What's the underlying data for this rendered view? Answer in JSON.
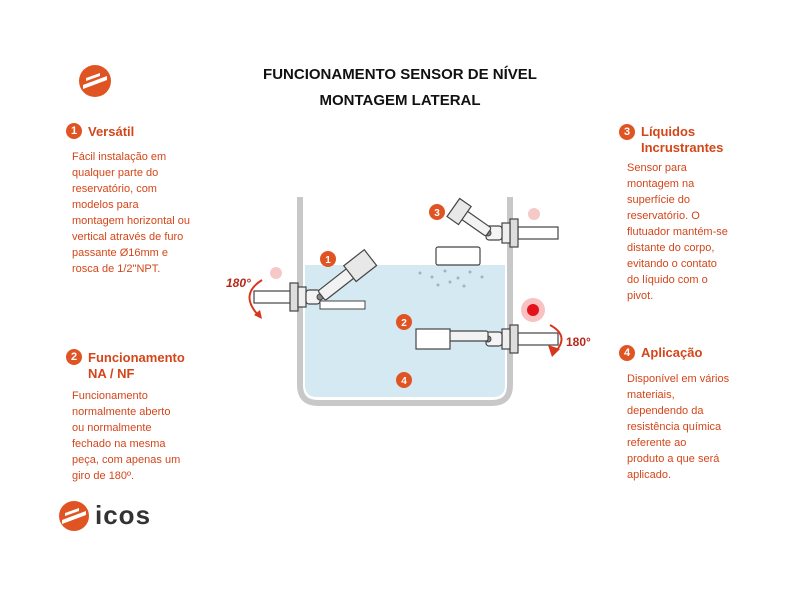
{
  "header": {
    "title_line1": "FUNCIONAMENTO SENSOR DE NÍVEL",
    "title_line2": "MONTAGEM LATERAL"
  },
  "brand": {
    "name": "icos",
    "color": "#e05424"
  },
  "colors": {
    "accent": "#d4461a",
    "badge": "#e05424",
    "liquid": "#d4e9f2",
    "tank": "#c8c8c8"
  },
  "sections": [
    {
      "number": "1",
      "title": "Versátil",
      "lines": [
        "Fácil instalação em",
        "qualquer parte do",
        "reservatório, com",
        "modelos para",
        "montagem horizontal ou",
        "vertical através de furo",
        "passante Ø16mm e",
        "rosca de 1/2\"NPT."
      ]
    },
    {
      "number": "2",
      "title": "Funcionamento",
      "title2": "NA / NF",
      "lines": [
        "Funcionamento",
        "normalmente aberto",
        "ou normalmente",
        "fechado na mesma",
        "peça, com  apenas um",
        "giro de 180º."
      ]
    },
    {
      "number": "3",
      "title": "Líquidos",
      "title2": "Incrustrantes",
      "lines": [
        "Sensor para",
        "montagem na",
        "superfície do",
        "reservatório. O",
        "flutuador mantém-se",
        "distante do corpo,",
        "evitando o contato",
        "do líquido com o",
        "pivot."
      ]
    },
    {
      "number": "4",
      "title": "Aplicação",
      "lines": [
        "Disponível em vários",
        "materiais,",
        "dependendo da",
        "resistência química",
        "referente ao",
        "produto a que será",
        "aplicado."
      ]
    }
  ],
  "diagram": {
    "rotation_left": "180°",
    "rotation_right": "180°",
    "markers": [
      "1",
      "2",
      "3",
      "4"
    ]
  }
}
